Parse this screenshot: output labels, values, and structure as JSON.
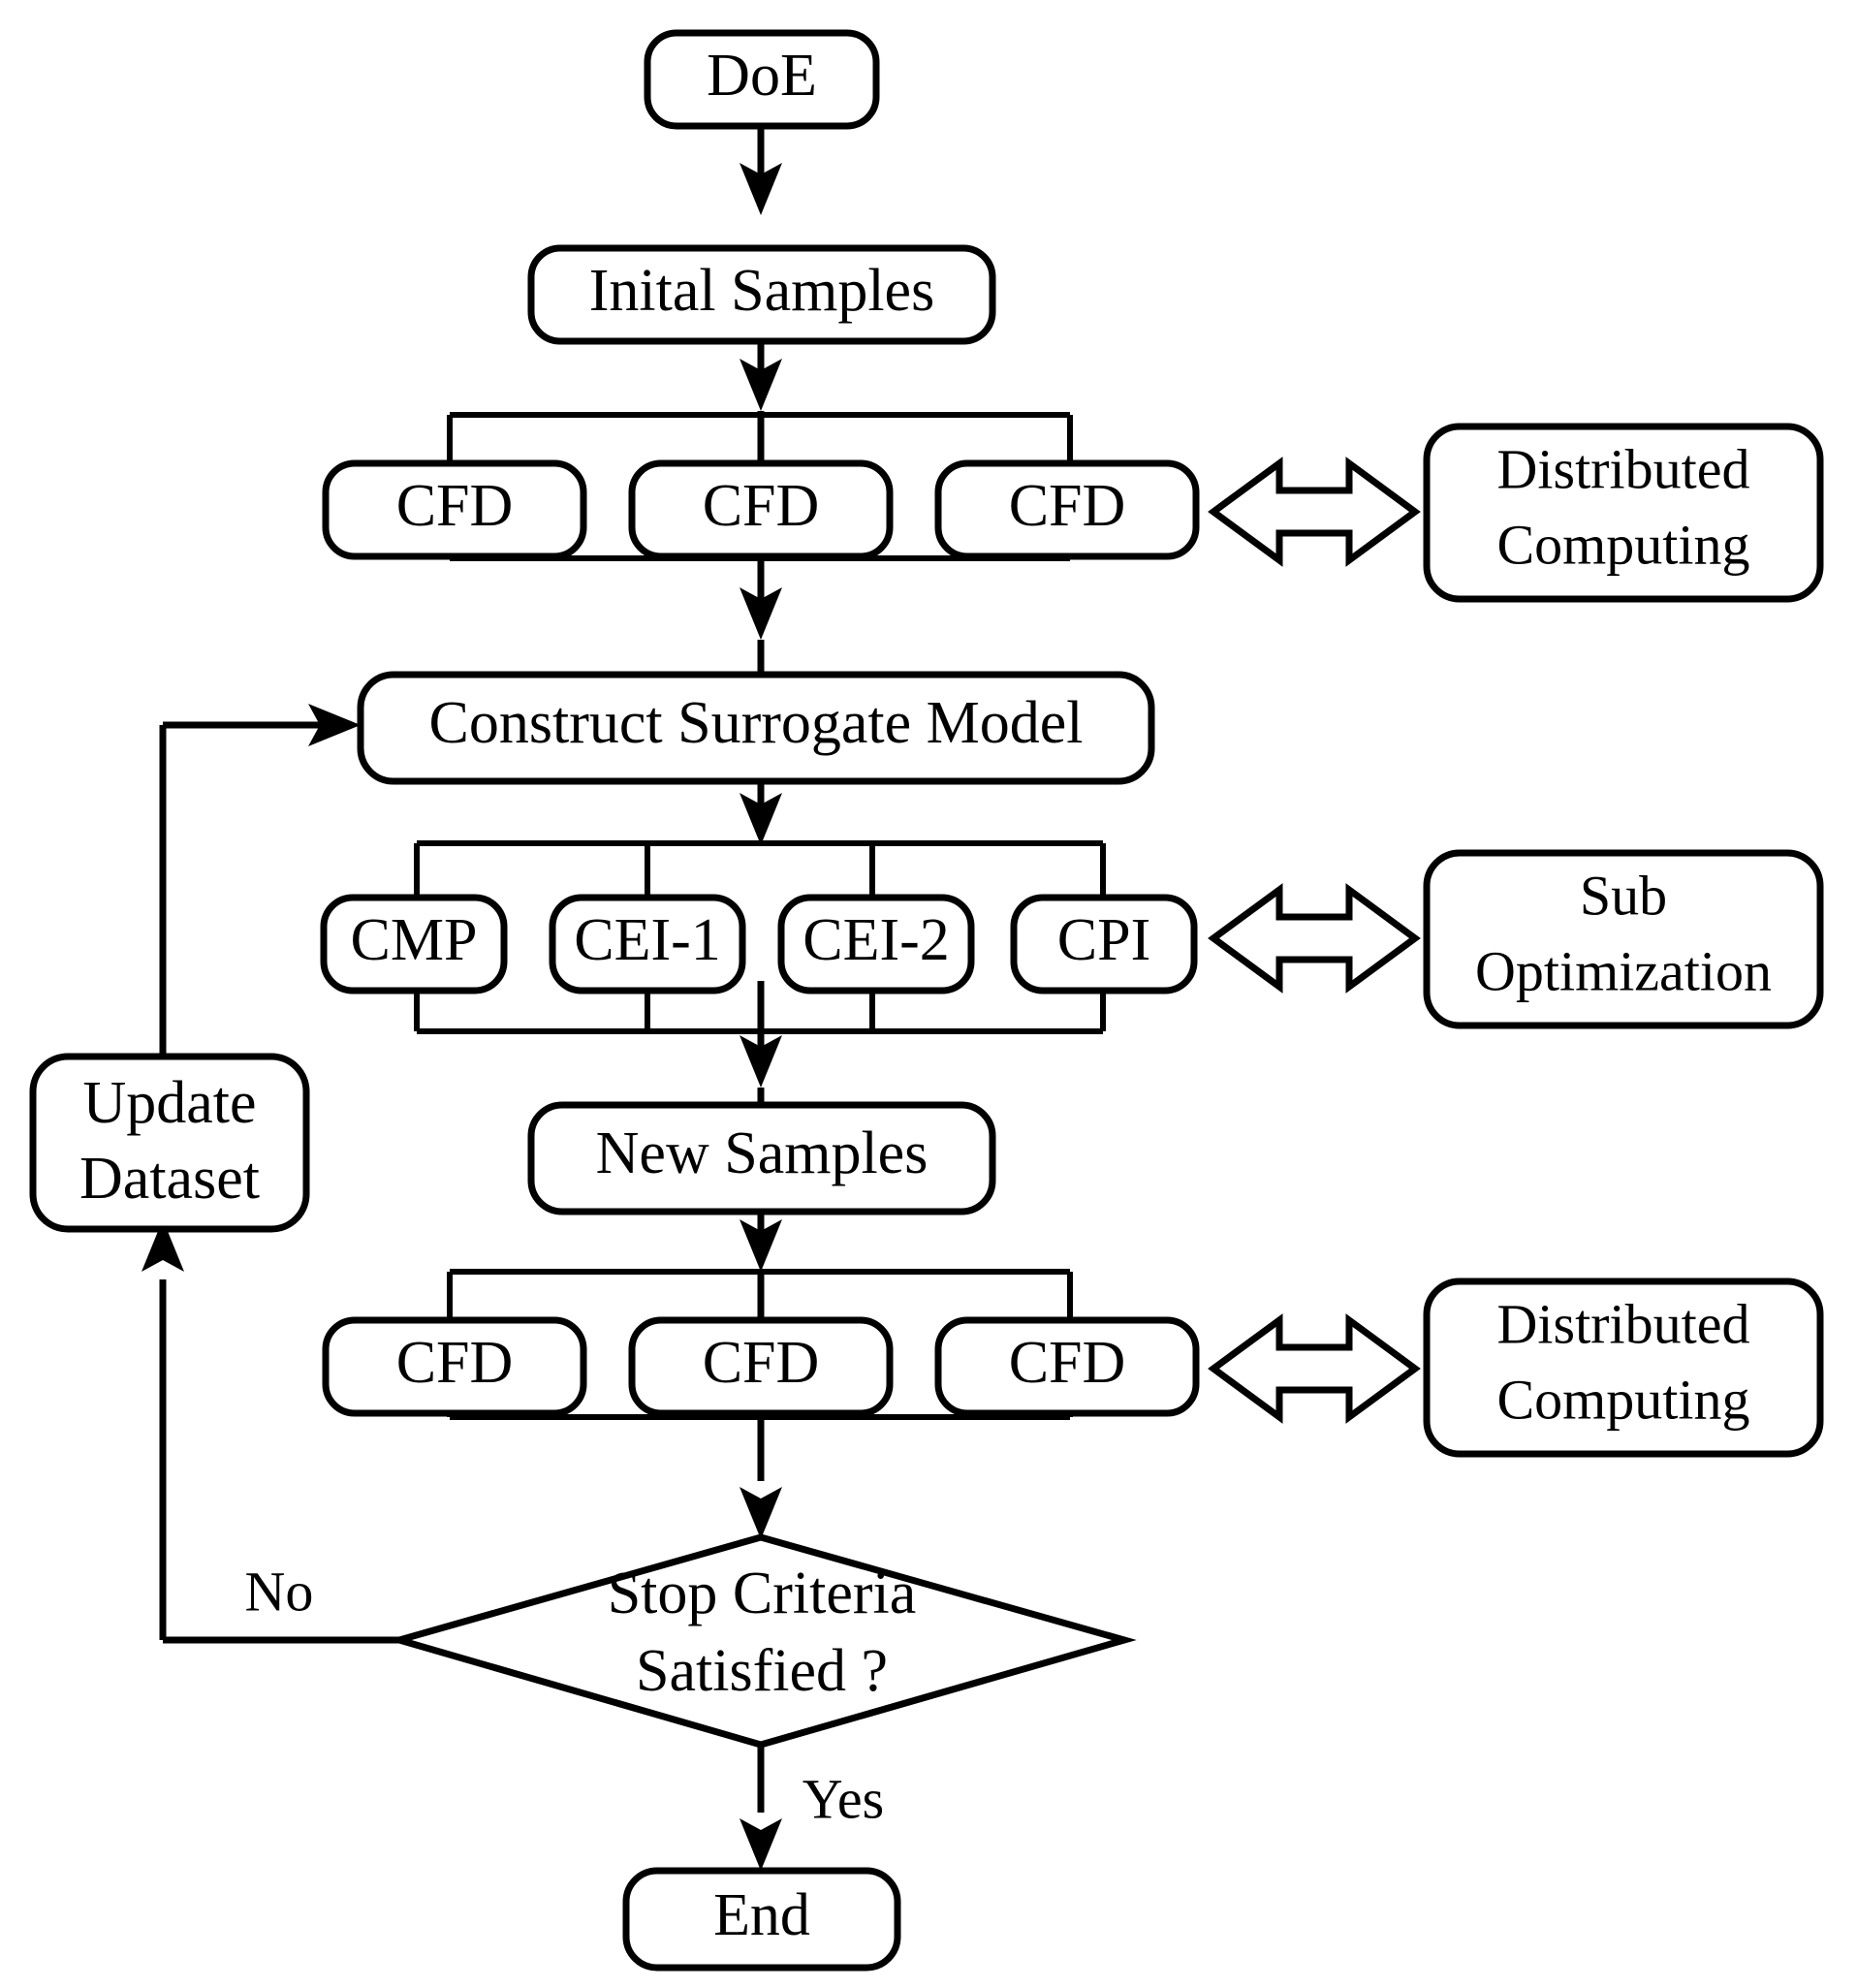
{
  "diagram": {
    "title": "Surrogate-Based Optimization Flowchart",
    "type": "flowchart",
    "colors": {
      "stroke": "#000000",
      "fill": "#ffffff",
      "text": "#000000"
    },
    "nodes": {
      "doe": "DoE",
      "initial_samples": "Inital Samples",
      "cfd_1a": "CFD",
      "cfd_1b": "CFD",
      "cfd_1c": "CFD",
      "distributed_computing_1_line1": "Distributed",
      "distributed_computing_1_line2": "Computing",
      "construct_surrogate_model": "Construct Surrogate Model",
      "cmp": "CMP",
      "cei_1": "CEI-1",
      "cei_2": "CEI-2",
      "cpi": "CPI",
      "sub_optimization_line1": "Sub",
      "sub_optimization_line2": "Optimization",
      "new_samples": "New Samples",
      "cfd_2a": "CFD",
      "cfd_2b": "CFD",
      "cfd_2c": "CFD",
      "distributed_computing_2_line1": "Distributed",
      "distributed_computing_2_line2": "Computing",
      "stop_criteria_line1": "Stop Criteria",
      "stop_criteria_line2": "Satisfied ?",
      "update_dataset_line1": "Update",
      "update_dataset_line2": "Dataset",
      "end": "End"
    },
    "edge_labels": {
      "no": "No",
      "yes": "Yes"
    }
  }
}
